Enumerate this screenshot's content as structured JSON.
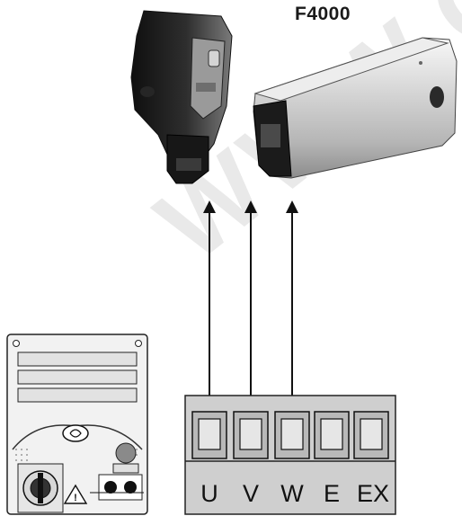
{
  "model_name": "F4000",
  "terminals": [
    "U",
    "V",
    "W",
    "E",
    "EX"
  ],
  "watermark_text": "WWW.C",
  "colors": {
    "line": "#111111",
    "terminal_block_fill": "#cfcfcf",
    "motor_body_dark": "#1c1c1c",
    "housing_silver": "#d6d6d6",
    "panel_fill": "#f2f2f2",
    "watermark": "#e9e9e9"
  },
  "icons": [
    "motor-unit-image",
    "motor-housing-image",
    "control-panel-image",
    "warning-triangle-icon",
    "logo-icon"
  ]
}
